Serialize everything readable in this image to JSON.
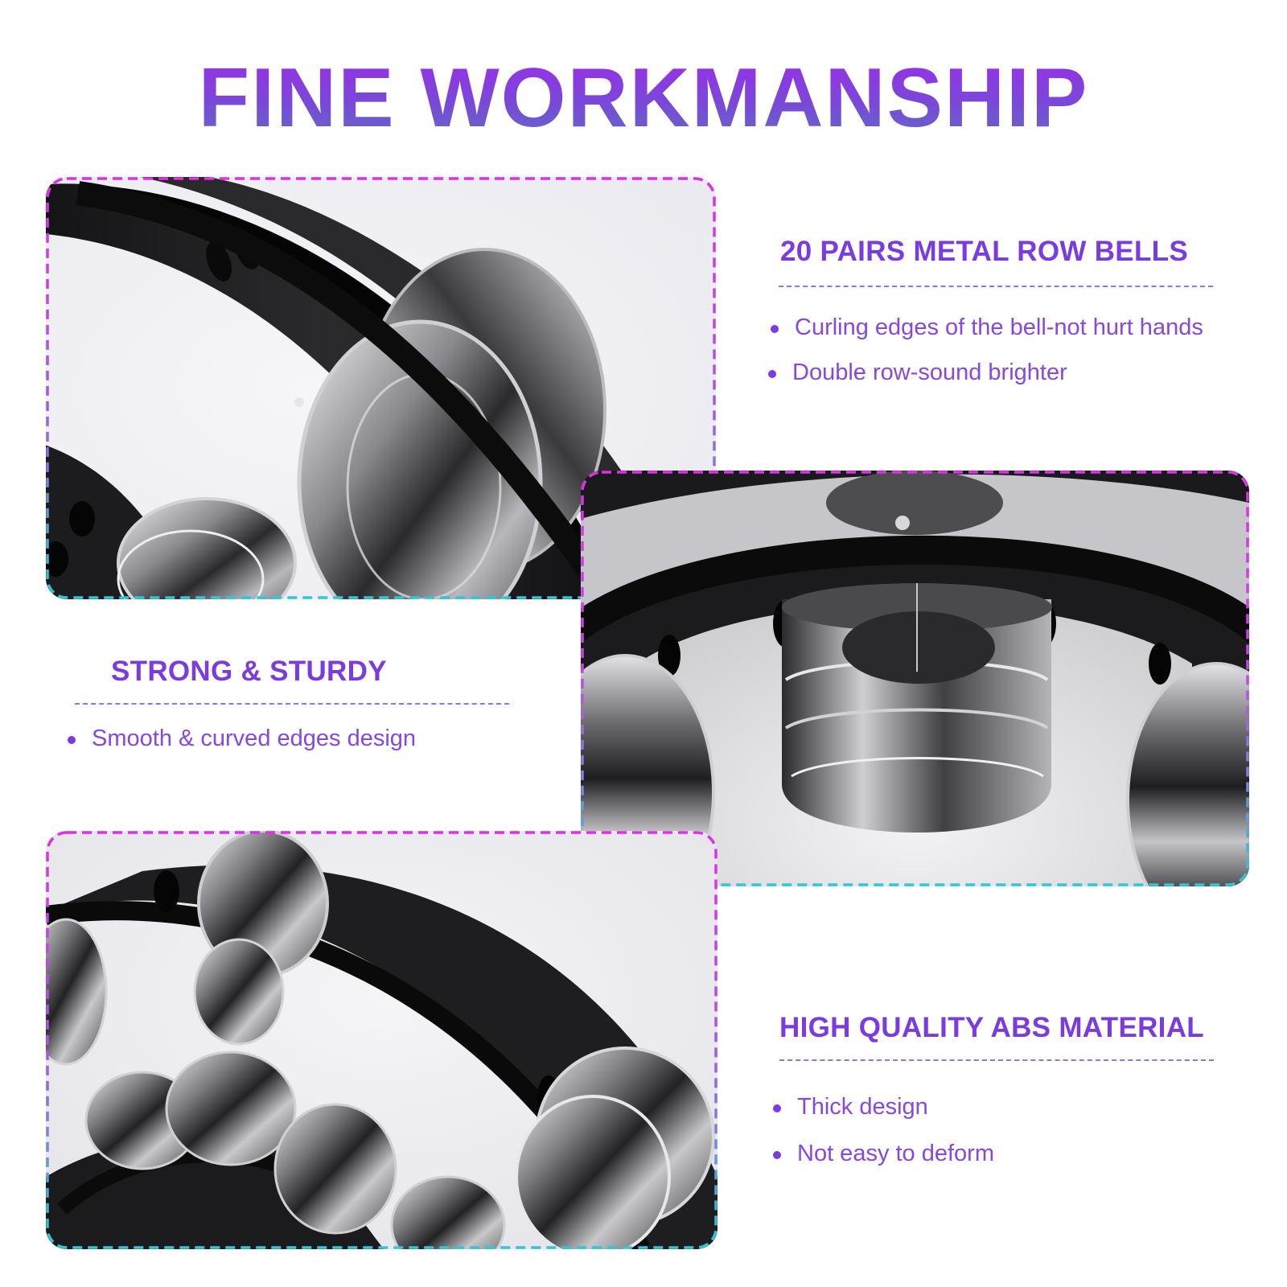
{
  "header": {
    "title": "FINE WORKMANSHIP",
    "title_gradient": [
      "#9a2ee8",
      "#6468c6"
    ]
  },
  "theme": {
    "heading_color": "#7a3be0",
    "body_color": "#8748e0",
    "frame_gradient": [
      "#e12ee8",
      "#9b5be0",
      "#2ec8d8"
    ]
  },
  "features": [
    {
      "heading": "20 PAIRS METAL ROW BELLS",
      "bullets": [
        "Curling edges of the bell-not hurt hands",
        "Double row-sound brighter"
      ]
    },
    {
      "heading": "STRONG & STURDY",
      "bullets": [
        "Smooth & curved edges design"
      ]
    },
    {
      "heading": "HIGH QUALITY ABS MATERIAL",
      "bullets": [
        "Thick design",
        "Not easy to deform"
      ]
    }
  ],
  "images": [
    {
      "subject": "tambourine-closeup-jingle-pair"
    },
    {
      "subject": "tambourine-top-view-double-row-jingles"
    },
    {
      "subject": "tambourine-abs-frame-curve"
    }
  ]
}
